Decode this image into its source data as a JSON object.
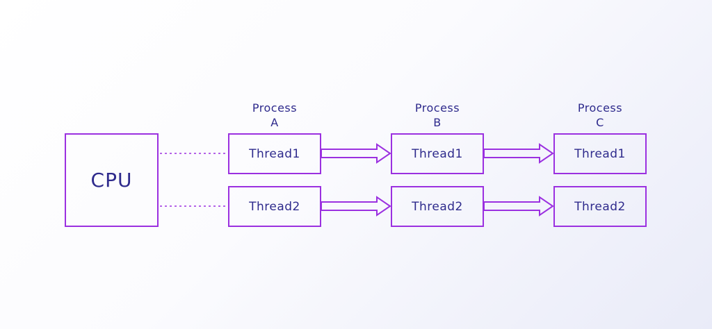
{
  "colors": {
    "stroke": "#9b30e0",
    "text": "#2e2a8c"
  },
  "cpu": {
    "label": "CPU"
  },
  "processes": [
    {
      "title_line1": "Process",
      "title_line2": "A",
      "threads": [
        "Thread1",
        "Thread2"
      ]
    },
    {
      "title_line1": "Process",
      "title_line2": "B",
      "threads": [
        "Thread1",
        "Thread2"
      ]
    },
    {
      "title_line1": "Process",
      "title_line2": "C",
      "threads": [
        "Thread1",
        "Thread2"
      ]
    }
  ]
}
